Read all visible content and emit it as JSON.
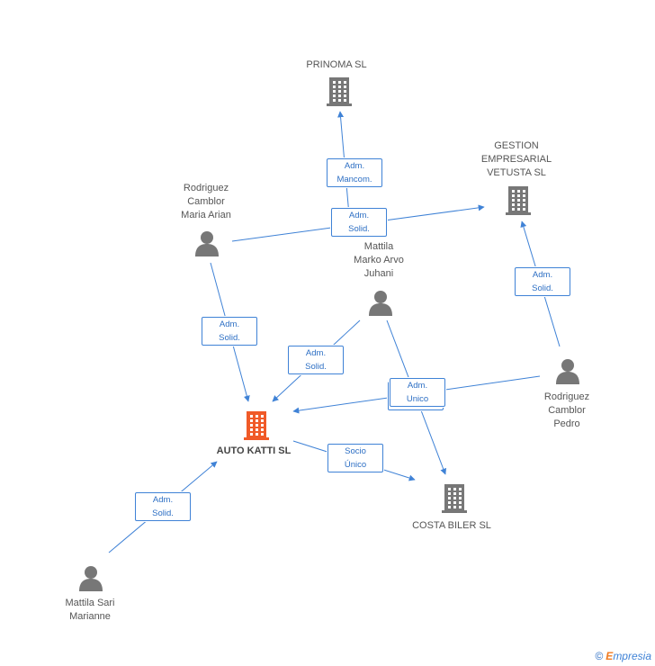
{
  "nodes": {
    "auto_katti": {
      "name": "AUTO KATTI SL",
      "kind": "company",
      "color": "#f05a28"
    },
    "prinoma": {
      "name": "PRINOMA  SL",
      "kind": "company",
      "color": "#777777"
    },
    "gestion": {
      "name": "GESTION EMPRESARIAL VETUSTA SL",
      "kind": "company",
      "color": "#777777"
    },
    "costa": {
      "name": "COSTA BILER SL",
      "kind": "company",
      "color": "#777777"
    },
    "maria": {
      "name": "Rodriguez Camblor Maria Arian",
      "kind": "person",
      "color": "#777777"
    },
    "mattila_marko": {
      "name": "Mattila Marko Arvo Juhani",
      "kind": "person",
      "color": "#777777"
    },
    "pedro": {
      "name": "Rodriguez Camblor Pedro",
      "kind": "person",
      "color": "#777777"
    },
    "sari": {
      "name": "Mattila Sari Marianne",
      "kind": "person",
      "color": "#777777"
    }
  },
  "edges": [
    {
      "from": "mattila_marko",
      "to": "prinoma",
      "label": "Adm. Mancom."
    },
    {
      "from": "maria",
      "to": "gestion",
      "label": "Adm. Solid."
    },
    {
      "from": "pedro",
      "to": "gestion",
      "label": "Adm. Solid."
    },
    {
      "from": "maria",
      "to": "auto_katti",
      "label": "Adm. Solid."
    },
    {
      "from": "mattila_marko",
      "to": "auto_katti",
      "label": "Adm. Solid."
    },
    {
      "from": "pedro",
      "to": "auto_katti",
      "label": "Adm. Unico"
    },
    {
      "from": "mattila_marko",
      "to": "costa",
      "label": "Adm. Unico"
    },
    {
      "from": "auto_katti",
      "to": "costa",
      "label": "Socio Único"
    },
    {
      "from": "sari",
      "to": "auto_katti",
      "label": "Adm. Solid."
    }
  ],
  "colors": {
    "edge": "#3f82d6",
    "label_text": "#2d6fc4",
    "node_text": "#555555"
  },
  "watermark": {
    "symbol": "©",
    "brand_initial": "E",
    "brand_rest": "mpresia"
  }
}
